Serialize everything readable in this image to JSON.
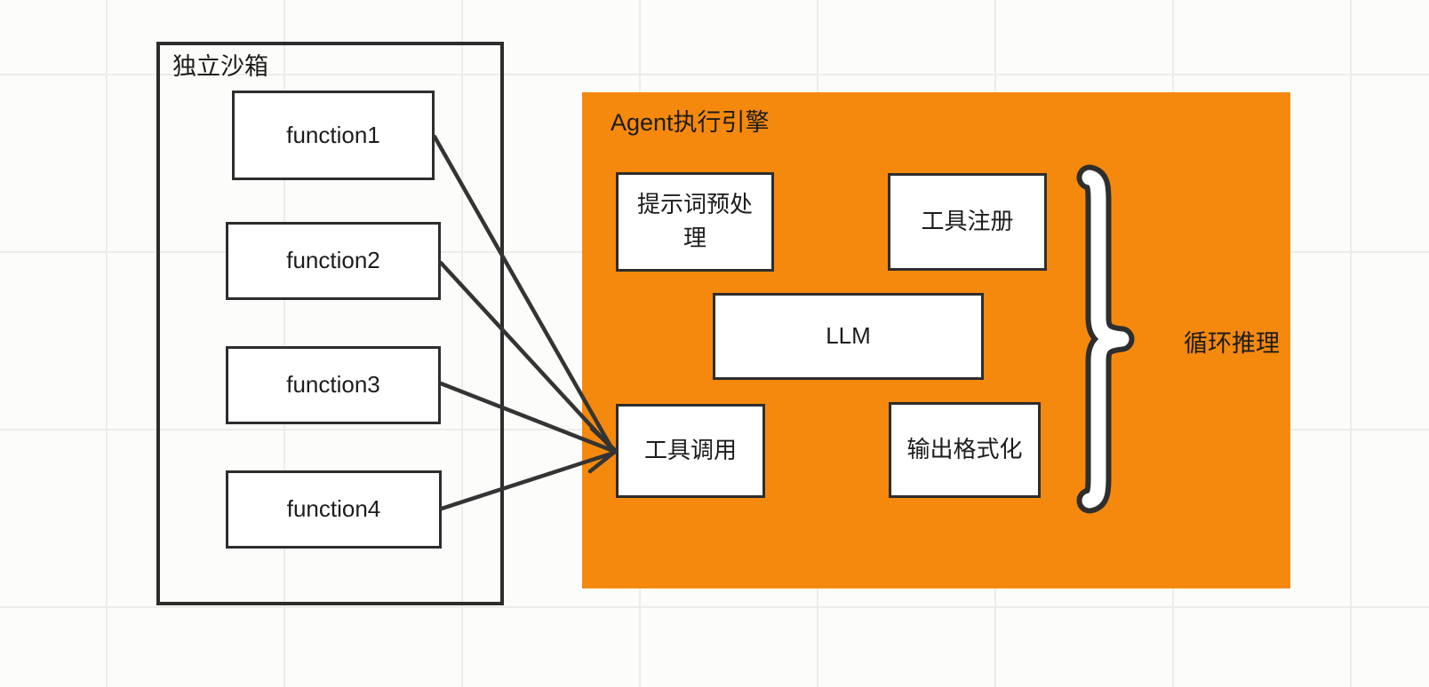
{
  "colors": {
    "engine_fill": "#f5890d",
    "stroke": "#2d2d2d",
    "line": "#343434",
    "text": "#1c1c1c",
    "background": "#fcfcfa",
    "grid_line": "#edece8",
    "box_fill": "#ffffff"
  },
  "sandbox": {
    "title": "独立沙箱",
    "functions": [
      {
        "label": "function1"
      },
      {
        "label": "function2"
      },
      {
        "label": "function3"
      },
      {
        "label": "function4"
      }
    ]
  },
  "engine": {
    "title": "Agent执行引擎",
    "prompt_box": "提示词预处理",
    "tool_register_box": "工具注册",
    "llm_box": "LLM",
    "tool_invoke_box": "工具调用",
    "output_format_box": "输出格式化",
    "loop_label": "循环推理"
  }
}
